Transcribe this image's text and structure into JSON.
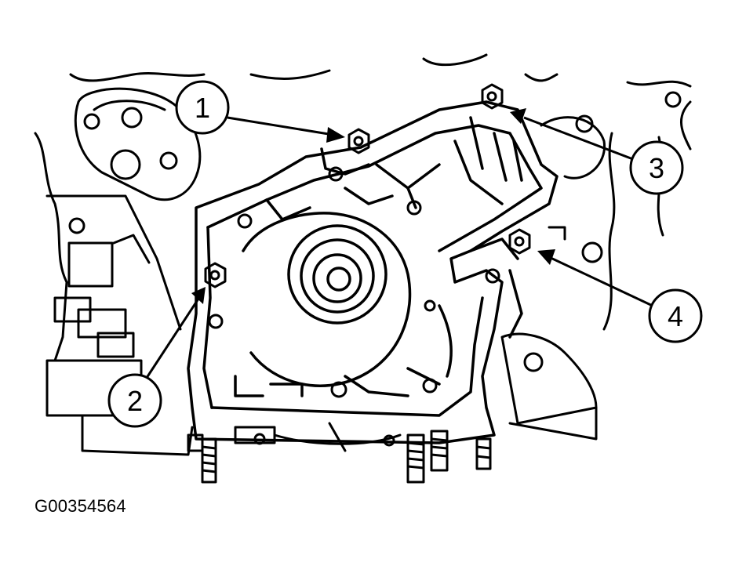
{
  "figure": {
    "id": "G00354564",
    "callouts": [
      {
        "label": "1"
      },
      {
        "label": "2"
      },
      {
        "label": "3"
      },
      {
        "label": "4"
      }
    ]
  }
}
